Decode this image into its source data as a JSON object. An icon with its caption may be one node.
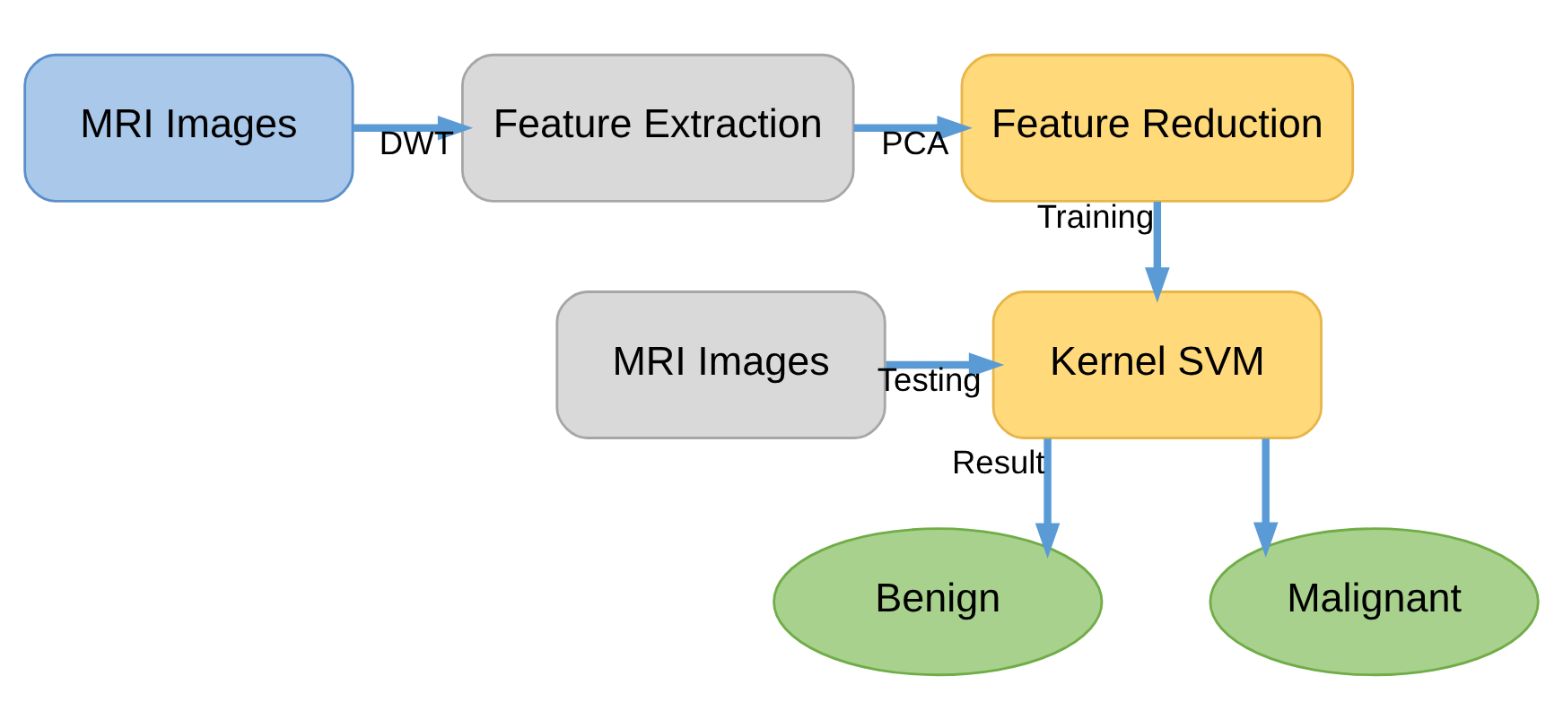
{
  "diagram": {
    "nodes": [
      {
        "text": [
          "MRI Images"
        ]
      },
      {
        "text": [
          "Feature Extraction"
        ]
      },
      {
        "text": [
          "Feature Reduction"
        ]
      },
      {
        "text": [
          "MRI Images"
        ]
      },
      {
        "text": [
          "Kernel SVM"
        ]
      },
      {
        "text": [
          "Benign"
        ]
      },
      {
        "text": [
          "Malignant"
        ]
      }
    ],
    "edges": [
      {
        "from": 0,
        "to": 1,
        "arrow": "to",
        "label": "DWT"
      },
      {
        "from": 1,
        "to": 2,
        "arrow": "to",
        "label": "PCA"
      },
      {
        "from": 2,
        "to": 4,
        "arrow": "to",
        "label": "Training"
      },
      {
        "from": 3,
        "to": 4,
        "arrow": "to",
        "label": "Testing"
      },
      {
        "from": 4,
        "to": 5,
        "arrow": "to",
        "label": "Result"
      },
      {
        "from": 4,
        "to": 6,
        "arrow": "to"
      }
    ]
  }
}
